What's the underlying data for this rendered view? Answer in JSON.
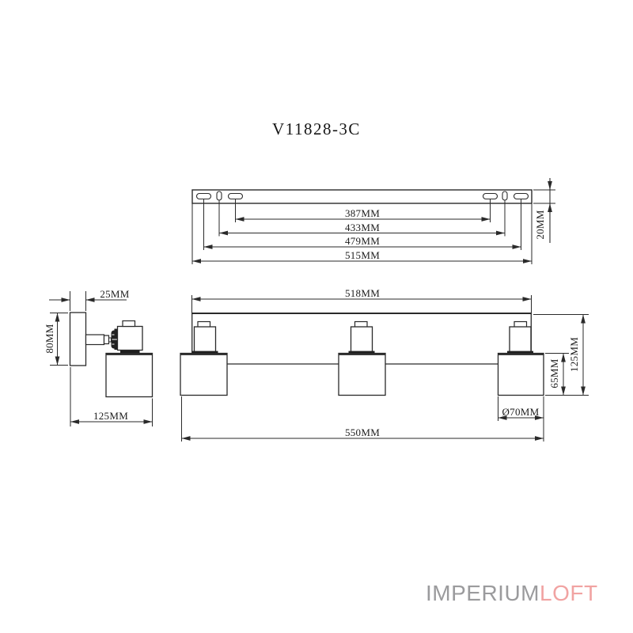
{
  "title": "V11828-3C",
  "colors": {
    "line": "#2a2a2a",
    "dark_fill": "#1f1f1f",
    "logo_gray": "#9b9b9d",
    "logo_pink": "#f1a3a2",
    "background": "#ffffff"
  },
  "top_view": {
    "description": "mounting-bar-plan-view",
    "label_387": "387MM",
    "label_433": "433MM",
    "label_479": "479MM",
    "label_515": "515MM",
    "label_20": "20MM"
  },
  "side_view": {
    "description": "fixture-side-view",
    "label_25": "25MM",
    "label_80": "80MM",
    "label_125": "125MM"
  },
  "front_view": {
    "description": "fixture-front-view",
    "label_518": "518MM",
    "label_125": "125MM",
    "label_65": "65MM",
    "label_dia70": "Ø70MM",
    "label_550": "550MM"
  },
  "logo": {
    "gray_text": "IMPERIUM",
    "pink_text": "LOFT"
  }
}
